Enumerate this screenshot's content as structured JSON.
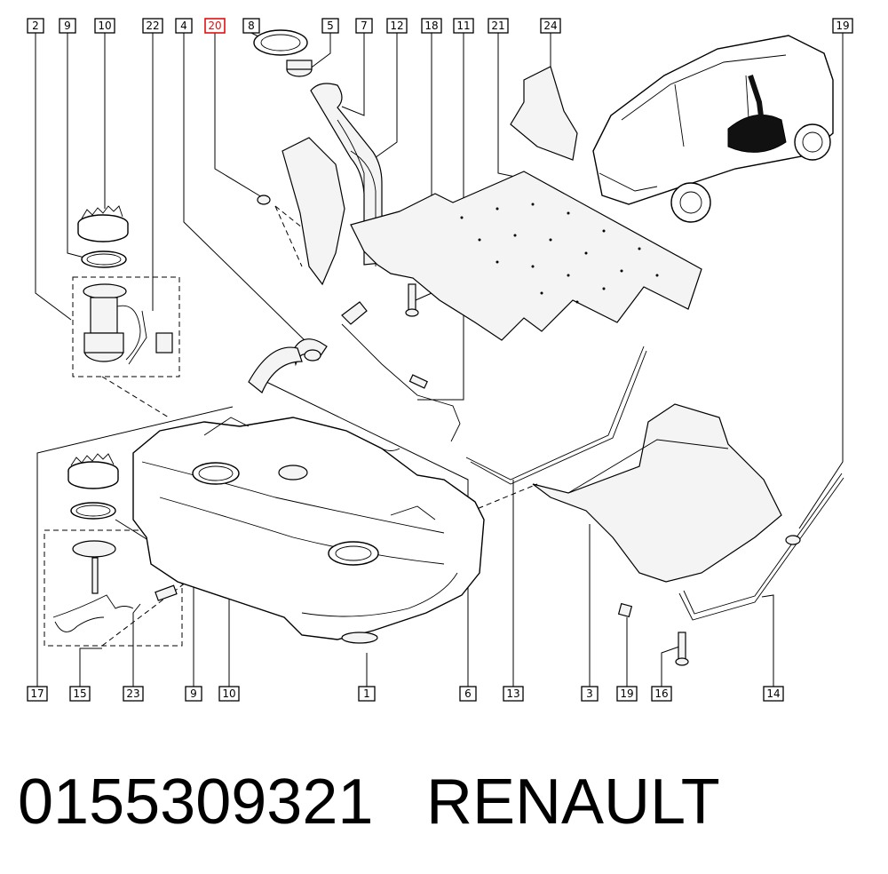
{
  "labels": {
    "top": [
      "2",
      "9",
      "10",
      "22",
      "4",
      "20",
      "8",
      "5",
      "7",
      "12",
      "18",
      "11",
      "21",
      "24",
      "19"
    ],
    "bottom": [
      "17",
      "15",
      "23",
      "9",
      "10",
      "1",
      "6",
      "13",
      "3",
      "19",
      "16",
      "14"
    ]
  },
  "highlighted_label": "20",
  "footer": {
    "part_number": "0155309321",
    "brand": "RENAULT"
  }
}
